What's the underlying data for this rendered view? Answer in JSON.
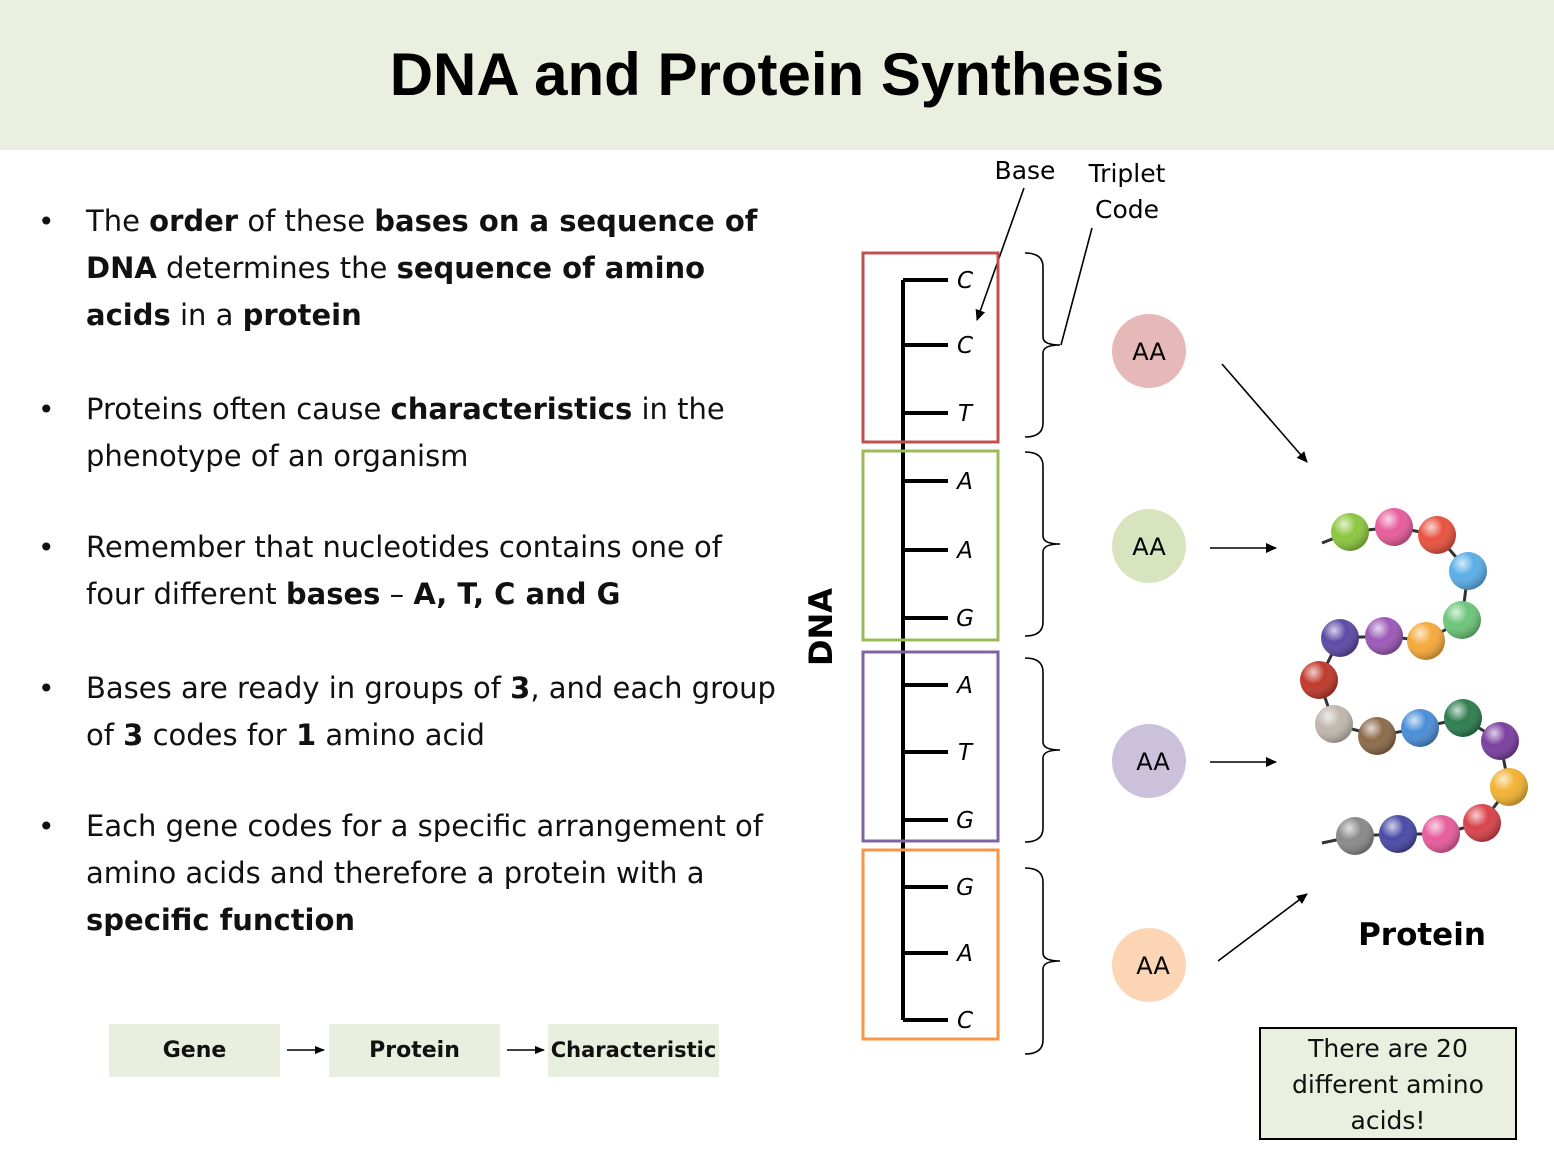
{
  "title": "DNA and Protein Synthesis",
  "bullets": [
    [
      {
        "t": "The "
      },
      {
        "t": "order",
        "b": true
      },
      {
        "t": " of these "
      },
      {
        "t": "bases on a sequence of DNA",
        "b": true
      },
      {
        "t": " determines the "
      },
      {
        "t": "sequence of amino acids",
        "b": true
      },
      {
        "t": " in a "
      },
      {
        "t": "protein",
        "b": true
      }
    ],
    [
      {
        "t": "Proteins often cause "
      },
      {
        "t": "characteristics",
        "b": true
      },
      {
        "t": " in the phenotype of an organism"
      }
    ],
    [
      {
        "t": "Remember that nucleotides contains one of four different "
      },
      {
        "t": "bases",
        "b": true
      },
      {
        "t": " – "
      },
      {
        "t": "A, T, C and G",
        "b": true
      }
    ],
    [
      {
        "t": "Bases are ready in groups of "
      },
      {
        "t": "3",
        "b": true
      },
      {
        "t": ", and each group of "
      },
      {
        "t": "3",
        "b": true
      },
      {
        "t": " codes for "
      },
      {
        "t": "1",
        "b": true
      },
      {
        "t": " amino acid"
      }
    ],
    [
      {
        "t": "Each gene codes for a specific arrangement of amino acids and therefore a protein with a "
      },
      {
        "t": "specific function",
        "b": true
      }
    ]
  ],
  "flow": {
    "gene": "Gene",
    "protein": "Protein",
    "characteristic": "Characteristic"
  },
  "diagram": {
    "base_label": "Base",
    "triplet_label_line1": "Triplet",
    "triplet_label_line2": "Code",
    "dna_label": "DNA",
    "aa_label": "AA",
    "protein_label": "Protein",
    "groups": [
      {
        "bases": [
          "C",
          "C",
          "T"
        ],
        "border_color": "#c0504d",
        "aa_color": "#e6b8b7"
      },
      {
        "bases": [
          "A",
          "A",
          "G"
        ],
        "border_color": "#9bbb59",
        "aa_color": "#d7e4bd"
      },
      {
        "bases": [
          "A",
          "T",
          "G"
        ],
        "border_color": "#8064a2",
        "aa_color": "#ccc1da"
      },
      {
        "bases": [
          "G",
          "A",
          "C"
        ],
        "border_color": "#f79646",
        "aa_color": "#fcd5b5"
      }
    ],
    "bead_colors": [
      "#8cc63f",
      "#e75d9b",
      "#e8523f",
      "#5aaee8",
      "#6cc57a",
      "#f5a93b",
      "#9b59b6",
      "#5b4aa6",
      "#c0392b",
      "#c0b8ae",
      "#8b6b4a",
      "#4a8ed8",
      "#2e7d4f",
      "#7b3fa0",
      "#f2b233",
      "#d9434b",
      "#e75d9b",
      "#4a4aa6",
      "#8a8a8a"
    ]
  },
  "note": {
    "line1": "There are 20",
    "line2": "different amino",
    "line3": "acids!"
  }
}
